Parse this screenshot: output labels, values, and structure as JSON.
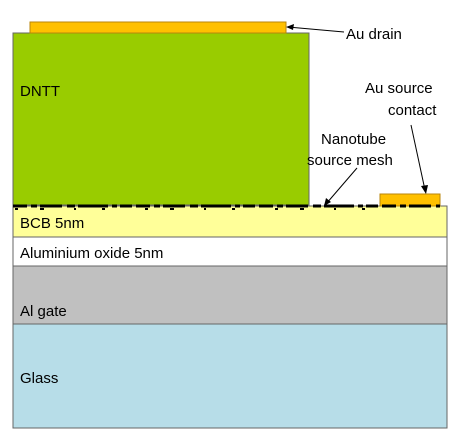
{
  "layers": {
    "dntt": "DNTT",
    "bcb": "BCB  5nm",
    "oxide": "Aluminium oxide  5nm",
    "gate": "Al gate",
    "glass": "Glass"
  },
  "annotations": {
    "drain": "Au drain",
    "source_line1": "Au source",
    "source_line2": "contact",
    "mesh_line1": "Nanotube",
    "mesh_line2": "source mesh"
  },
  "colors": {
    "gold": "#FFC000",
    "gold_edge": "#B8860B",
    "dntt": "#99CC00",
    "bcb": "#FFFF99",
    "oxide": "#FFFFFF",
    "gate": "#C0C0C0",
    "glass": "#B7DDE8",
    "outline": "#666666",
    "nanotube": "#000000"
  }
}
